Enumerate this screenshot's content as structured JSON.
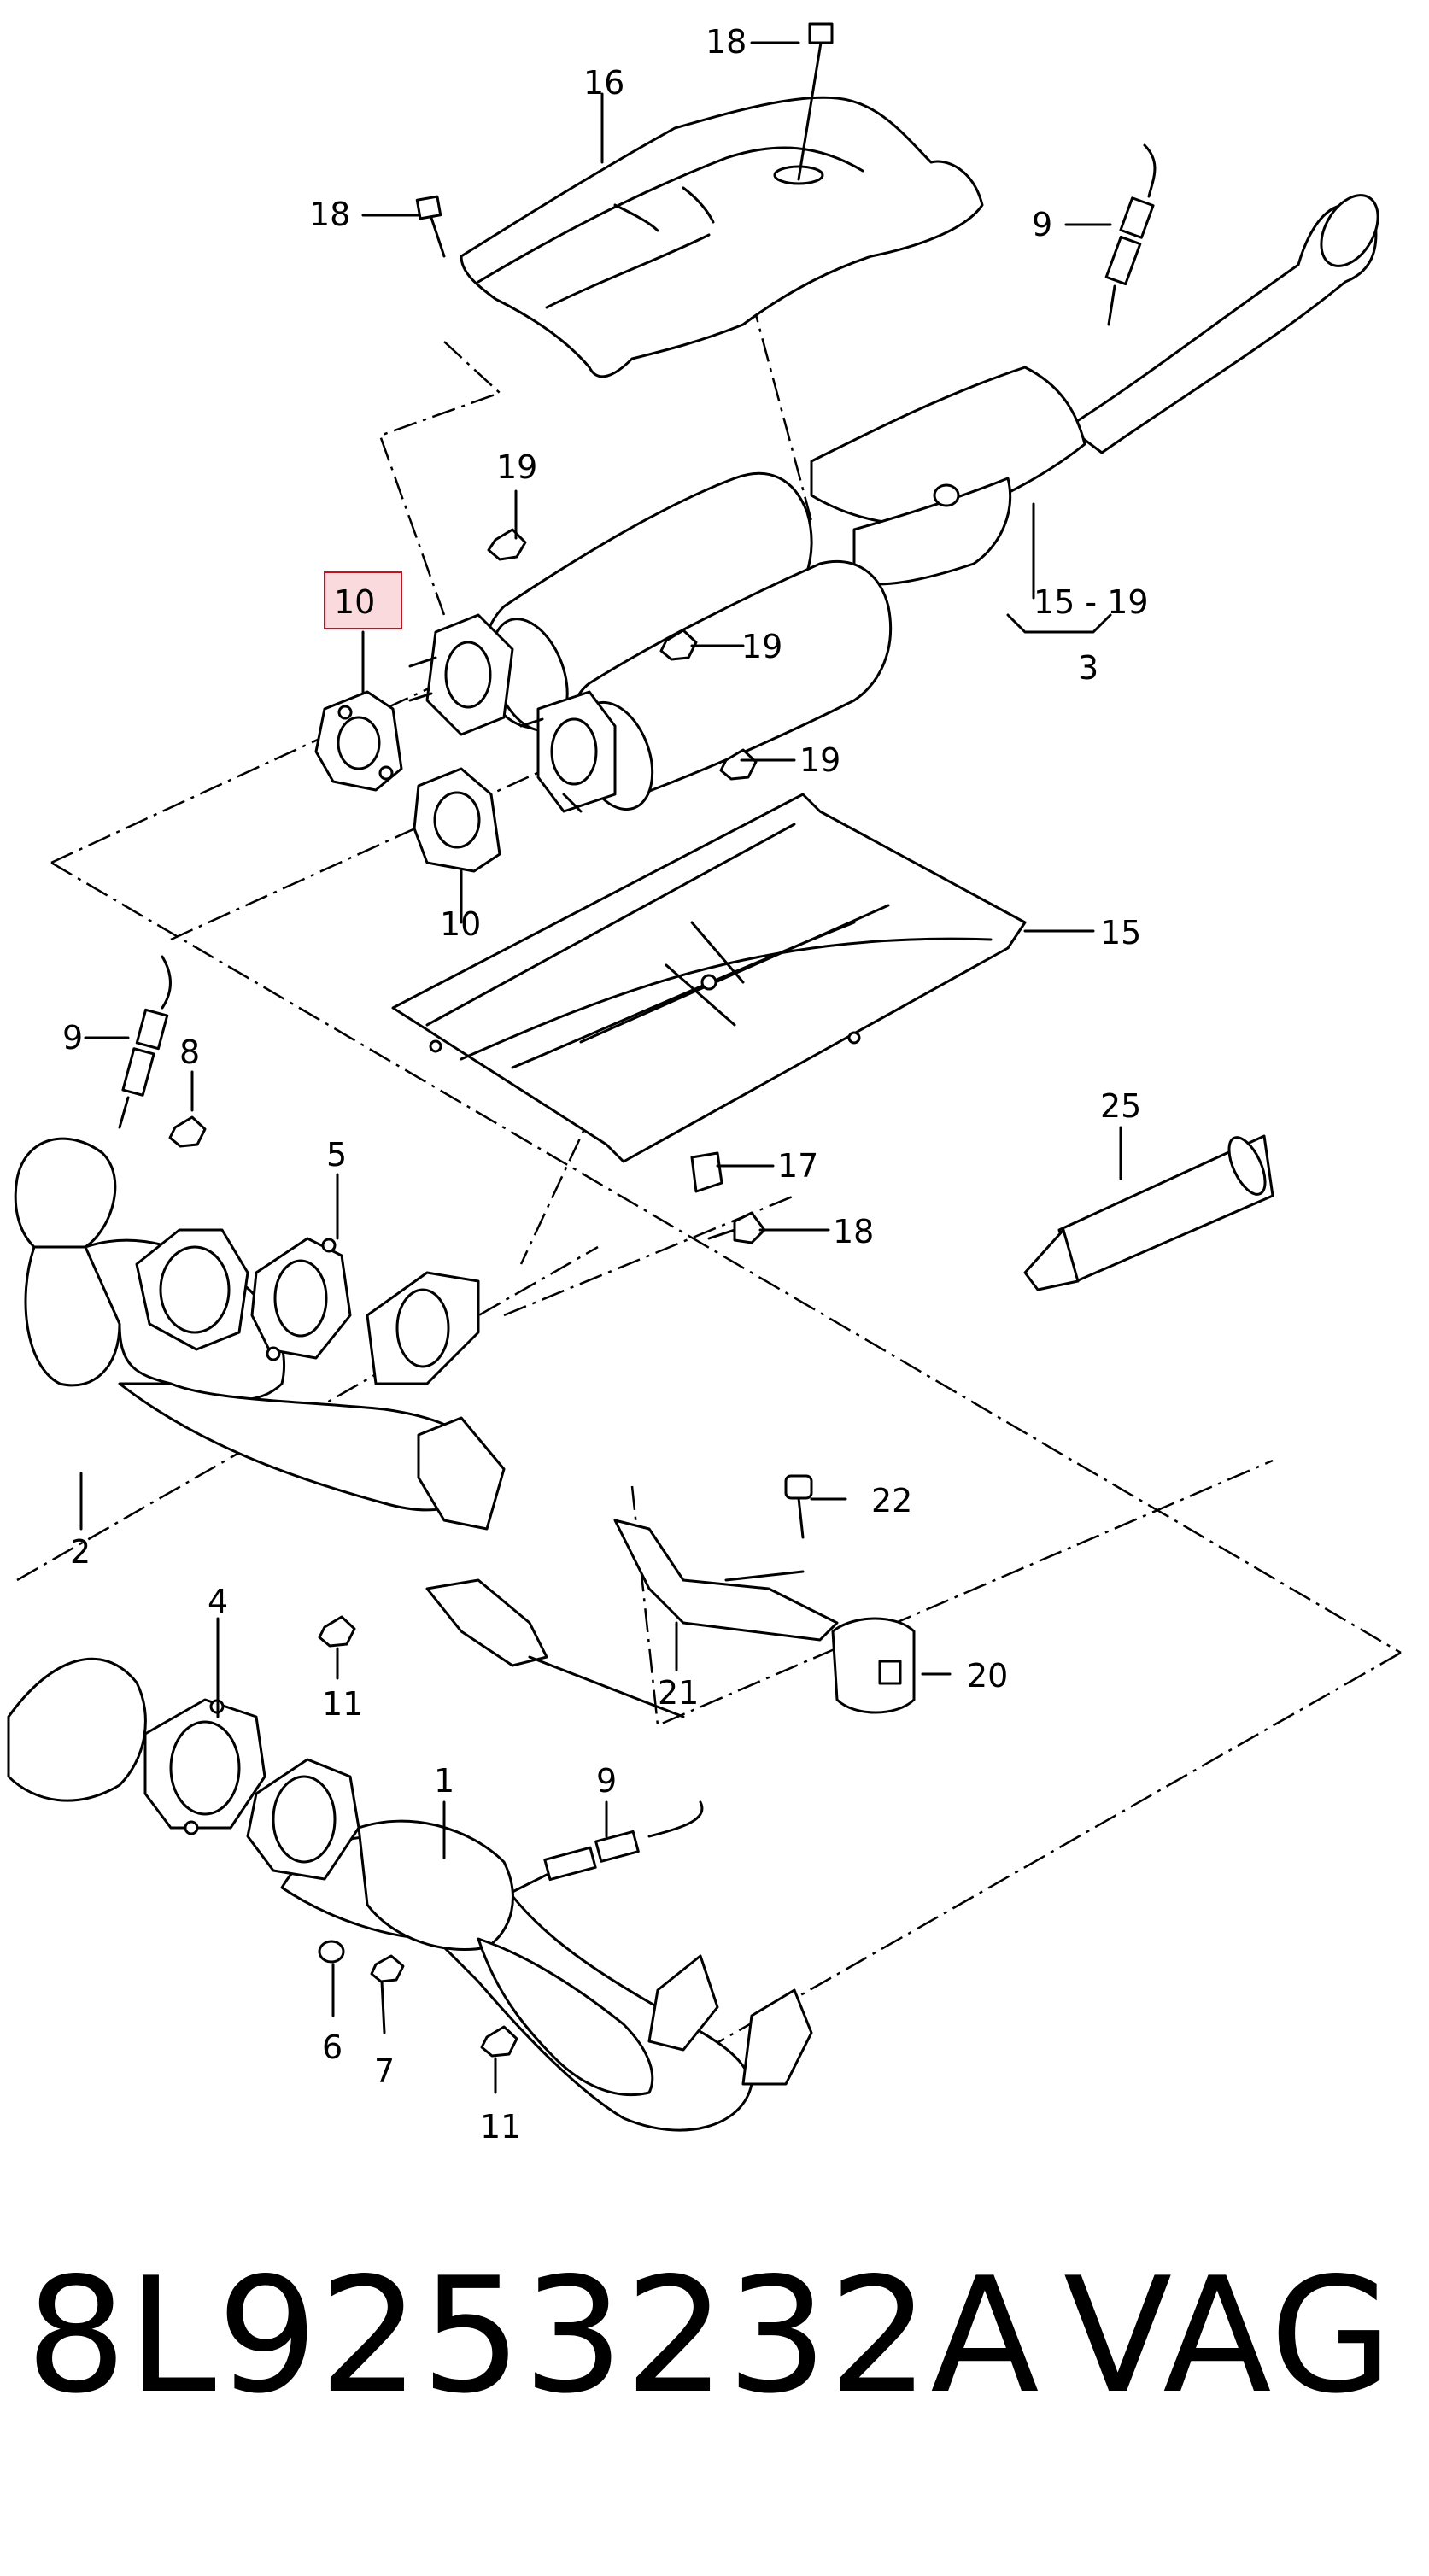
{
  "labels": {
    "l18a": "18",
    "l16": "16",
    "l18b": "18",
    "l9a": "9",
    "l19a": "19",
    "l10a": "10",
    "l19b": "19",
    "l19c": "19",
    "l15_19": "15 - 19",
    "l3": "3",
    "l10b": "10",
    "l15": "15",
    "l9b": "9",
    "l8": "8",
    "l5": "5",
    "l25": "25",
    "l17": "17",
    "l18c": "18",
    "l2": "2",
    "l22": "22",
    "l4": "4",
    "l11a": "11",
    "l21": "21",
    "l20": "20",
    "l1": "1",
    "l9c": "9",
    "l6": "6",
    "l7": "7",
    "l11b": "11"
  },
  "highlight": {
    "part": "10",
    "fill": "#fadadd",
    "stroke": "#c1121f"
  },
  "footer": {
    "part_number": "8L9253232A",
    "brand": "VAG"
  }
}
